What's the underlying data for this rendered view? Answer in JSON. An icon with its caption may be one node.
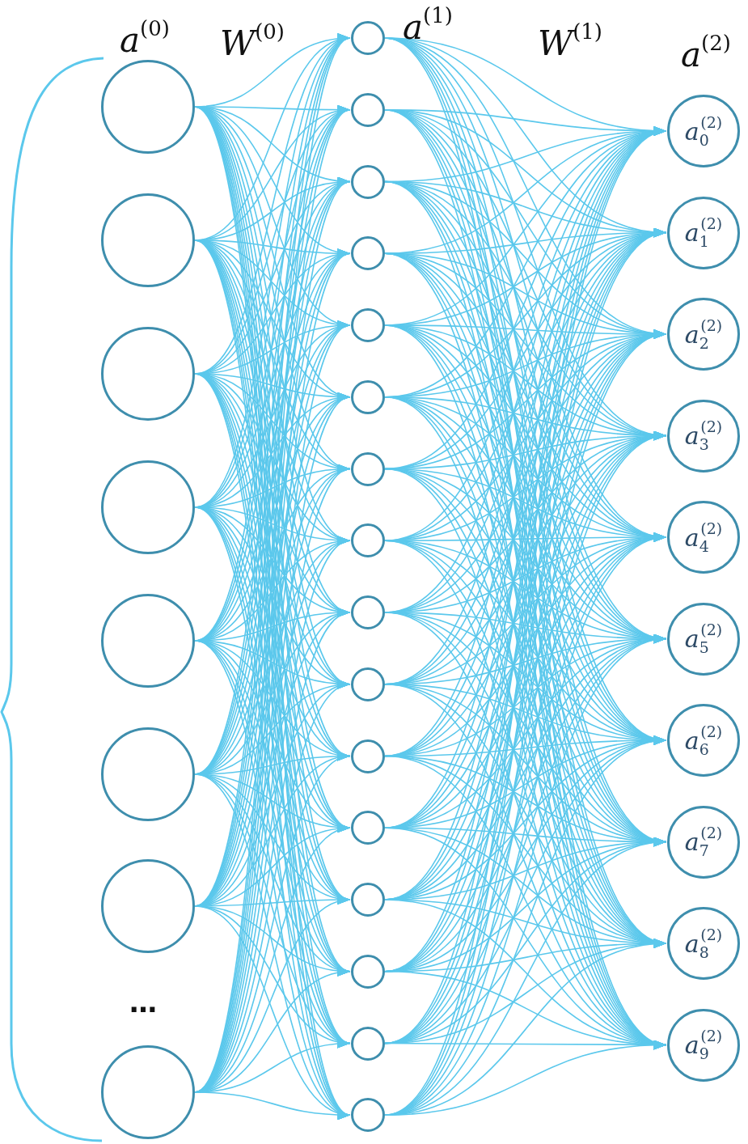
{
  "diagram": {
    "nodes": [
      {
        "text": [],
        "shape": "circle"
      },
      {
        "text": [],
        "shape": "circle"
      },
      {
        "text": [],
        "shape": "circle"
      },
      {
        "text": [],
        "shape": "circle"
      },
      {
        "text": [],
        "shape": "circle"
      },
      {
        "text": [],
        "shape": "circle"
      },
      {
        "text": [],
        "shape": "circle"
      },
      {
        "text": [],
        "shape": "circle"
      },
      {
        "text": [],
        "shape": "circle"
      },
      {
        "text": [],
        "shape": "circle"
      },
      {
        "text": [],
        "shape": "circle"
      },
      {
        "text": [],
        "shape": "circle"
      },
      {
        "text": [],
        "shape": "circle"
      },
      {
        "text": [],
        "shape": "circle"
      },
      {
        "text": [],
        "shape": "circle"
      },
      {
        "text": [],
        "shape": "circle"
      },
      {
        "text": [],
        "shape": "circle"
      },
      {
        "text": [],
        "shape": "circle"
      },
      {
        "text": [],
        "shape": "circle"
      },
      {
        "text": [],
        "shape": "circle"
      },
      {
        "text": [],
        "shape": "circle"
      },
      {
        "text": [],
        "shape": "circle"
      },
      {
        "text": [],
        "shape": "circle"
      },
      {
        "text": [],
        "shape": "circle"
      },
      {
        "text": [
          "*a*$_{0}$$^{(2)}$"
        ]
      },
      {
        "text": [
          "*a*$_{1}$$^{(2)}$"
        ]
      },
      {
        "text": [
          "*a*$_{2}$$^{(2)}$"
        ]
      },
      {
        "text": [
          "*a*$_{3}$$^{(2)}$"
        ]
      },
      {
        "text": [
          "*a*$_{4}$$^{(2)}$"
        ]
      },
      {
        "text": [
          "*a*$_{5}$$^{(2)}$"
        ]
      },
      {
        "text": [
          "*a*$_{6}$$^{(2)}$"
        ]
      },
      {
        "text": [
          "*a*$_{7}$$^{(2)}$"
        ]
      },
      {
        "text": [
          "*a*$_{8}$$^{(2)}$"
        ]
      },
      {
        "text": [
          "*a*$_{9}$$^{(2)}$"
        ]
      }
    ],
    "edges": [
      {
        "from": 0,
        "to": 8,
        "arrow": "to"
      },
      {
        "from": 0,
        "to": 9,
        "arrow": "to"
      },
      {
        "from": 0,
        "to": 10,
        "arrow": "to"
      },
      {
        "from": 0,
        "to": 11,
        "arrow": "to"
      },
      {
        "from": 0,
        "to": 12,
        "arrow": "to"
      },
      {
        "from": 0,
        "to": 13,
        "arrow": "to"
      },
      {
        "from": 0,
        "to": 14,
        "arrow": "to"
      },
      {
        "from": 0,
        "to": 15,
        "arrow": "to"
      },
      {
        "from": 0,
        "to": 16,
        "arrow": "to"
      },
      {
        "from": 0,
        "to": 17,
        "arrow": "to"
      },
      {
        "from": 0,
        "to": 18,
        "arrow": "to"
      },
      {
        "from": 0,
        "to": 19,
        "arrow": "to"
      },
      {
        "from": 0,
        "to": 20,
        "arrow": "to"
      },
      {
        "from": 0,
        "to": 21,
        "arrow": "to"
      },
      {
        "from": 0,
        "to": 22,
        "arrow": "to"
      },
      {
        "from": 0,
        "to": 23,
        "arrow": "to"
      },
      {
        "from": 1,
        "to": 8,
        "arrow": "to"
      },
      {
        "from": 1,
        "to": 9,
        "arrow": "to"
      },
      {
        "from": 1,
        "to": 10,
        "arrow": "to"
      },
      {
        "from": 1,
        "to": 11,
        "arrow": "to"
      },
      {
        "from": 1,
        "to": 12,
        "arrow": "to"
      },
      {
        "from": 1,
        "to": 13,
        "arrow": "to"
      },
      {
        "from": 1,
        "to": 14,
        "arrow": "to"
      },
      {
        "from": 1,
        "to": 15,
        "arrow": "to"
      },
      {
        "from": 1,
        "to": 16,
        "arrow": "to"
      },
      {
        "from": 1,
        "to": 17,
        "arrow": "to"
      },
      {
        "from": 1,
        "to": 18,
        "arrow": "to"
      },
      {
        "from": 1,
        "to": 19,
        "arrow": "to"
      },
      {
        "from": 1,
        "to": 20,
        "arrow": "to"
      },
      {
        "from": 1,
        "to": 21,
        "arrow": "to"
      },
      {
        "from": 1,
        "to": 22,
        "arrow": "to"
      },
      {
        "from": 1,
        "to": 23,
        "arrow": "to"
      },
      {
        "from": 2,
        "to": 8,
        "arrow": "to"
      },
      {
        "from": 2,
        "to": 9,
        "arrow": "to"
      },
      {
        "from": 2,
        "to": 10,
        "arrow": "to"
      },
      {
        "from": 2,
        "to": 11,
        "arrow": "to"
      },
      {
        "from": 2,
        "to": 12,
        "arrow": "to"
      },
      {
        "from": 2,
        "to": 13,
        "arrow": "to"
      },
      {
        "from": 2,
        "to": 14,
        "arrow": "to"
      },
      {
        "from": 2,
        "to": 15,
        "arrow": "to"
      },
      {
        "from": 2,
        "to": 16,
        "arrow": "to"
      },
      {
        "from": 2,
        "to": 17,
        "arrow": "to"
      },
      {
        "from": 2,
        "to": 18,
        "arrow": "to"
      },
      {
        "from": 2,
        "to": 19,
        "arrow": "to"
      },
      {
        "from": 2,
        "to": 20,
        "arrow": "to"
      },
      {
        "from": 2,
        "to": 21,
        "arrow": "to"
      },
      {
        "from": 2,
        "to": 22,
        "arrow": "to"
      },
      {
        "from": 2,
        "to": 23,
        "arrow": "to"
      },
      {
        "from": 3,
        "to": 8,
        "arrow": "to"
      },
      {
        "from": 3,
        "to": 9,
        "arrow": "to"
      },
      {
        "from": 3,
        "to": 10,
        "arrow": "to"
      },
      {
        "from": 3,
        "to": 11,
        "arrow": "to"
      },
      {
        "from": 3,
        "to": 12,
        "arrow": "to"
      },
      {
        "from": 3,
        "to": 13,
        "arrow": "to"
      },
      {
        "from": 3,
        "to": 14,
        "arrow": "to"
      },
      {
        "from": 3,
        "to": 15,
        "arrow": "to"
      },
      {
        "from": 3,
        "to": 16,
        "arrow": "to"
      },
      {
        "from": 3,
        "to": 17,
        "arrow": "to"
      },
      {
        "from": 3,
        "to": 18,
        "arrow": "to"
      },
      {
        "from": 3,
        "to": 19,
        "arrow": "to"
      },
      {
        "from": 3,
        "to": 20,
        "arrow": "to"
      },
      {
        "from": 3,
        "to": 21,
        "arrow": "to"
      },
      {
        "from": 3,
        "to": 22,
        "arrow": "to"
      },
      {
        "from": 3,
        "to": 23,
        "arrow": "to"
      },
      {
        "from": 4,
        "to": 8,
        "arrow": "to"
      },
      {
        "from": 4,
        "to": 9,
        "arrow": "to"
      },
      {
        "from": 4,
        "to": 10,
        "arrow": "to"
      },
      {
        "from": 4,
        "to": 11,
        "arrow": "to"
      },
      {
        "from": 4,
        "to": 12,
        "arrow": "to"
      },
      {
        "from": 4,
        "to": 13,
        "arrow": "to"
      },
      {
        "from": 4,
        "to": 14,
        "arrow": "to"
      },
      {
        "from": 4,
        "to": 15,
        "arrow": "to"
      },
      {
        "from": 4,
        "to": 16,
        "arrow": "to"
      },
      {
        "from": 4,
        "to": 17,
        "arrow": "to"
      },
      {
        "from": 4,
        "to": 18,
        "arrow": "to"
      },
      {
        "from": 4,
        "to": 19,
        "arrow": "to"
      },
      {
        "from": 4,
        "to": 20,
        "arrow": "to"
      },
      {
        "from": 4,
        "to": 21,
        "arrow": "to"
      },
      {
        "from": 4,
        "to": 22,
        "arrow": "to"
      },
      {
        "from": 4,
        "to": 23,
        "arrow": "to"
      },
      {
        "from": 5,
        "to": 8,
        "arrow": "to"
      },
      {
        "from": 5,
        "to": 9,
        "arrow": "to"
      },
      {
        "from": 5,
        "to": 10,
        "arrow": "to"
      },
      {
        "from": 5,
        "to": 11,
        "arrow": "to"
      },
      {
        "from": 5,
        "to": 12,
        "arrow": "to"
      },
      {
        "from": 5,
        "to": 13,
        "arrow": "to"
      },
      {
        "from": 5,
        "to": 14,
        "arrow": "to"
      },
      {
        "from": 5,
        "to": 15,
        "arrow": "to"
      },
      {
        "from": 5,
        "to": 16,
        "arrow": "to"
      },
      {
        "from": 5,
        "to": 17,
        "arrow": "to"
      },
      {
        "from": 5,
        "to": 18,
        "arrow": "to"
      },
      {
        "from": 5,
        "to": 19,
        "arrow": "to"
      },
      {
        "from": 5,
        "to": 20,
        "arrow": "to"
      },
      {
        "from": 5,
        "to": 21,
        "arrow": "to"
      },
      {
        "from": 5,
        "to": 22,
        "arrow": "to"
      },
      {
        "from": 5,
        "to": 23,
        "arrow": "to"
      },
      {
        "from": 6,
        "to": 8,
        "arrow": "to"
      },
      {
        "from": 6,
        "to": 9,
        "arrow": "to"
      },
      {
        "from": 6,
        "to": 10,
        "arrow": "to"
      },
      {
        "from": 6,
        "to": 11,
        "arrow": "to"
      },
      {
        "from": 6,
        "to": 12,
        "arrow": "to"
      },
      {
        "from": 6,
        "to": 13,
        "arrow": "to"
      },
      {
        "from": 6,
        "to": 14,
        "arrow": "to"
      },
      {
        "from": 6,
        "to": 15,
        "arrow": "to"
      },
      {
        "from": 6,
        "to": 16,
        "arrow": "to"
      },
      {
        "from": 6,
        "to": 17,
        "arrow": "to"
      },
      {
        "from": 6,
        "to": 18,
        "arrow": "to"
      },
      {
        "from": 6,
        "to": 19,
        "arrow": "to"
      },
      {
        "from": 6,
        "to": 20,
        "arrow": "to"
      },
      {
        "from": 6,
        "to": 21,
        "arrow": "to"
      },
      {
        "from": 6,
        "to": 22,
        "arrow": "to"
      },
      {
        "from": 6,
        "to": 23,
        "arrow": "to"
      },
      {
        "from": 7,
        "to": 8,
        "arrow": "to"
      },
      {
        "from": 7,
        "to": 9,
        "arrow": "to"
      },
      {
        "from": 7,
        "to": 10,
        "arrow": "to"
      },
      {
        "from": 7,
        "to": 11,
        "arrow": "to"
      },
      {
        "from": 7,
        "to": 12,
        "arrow": "to"
      },
      {
        "from": 7,
        "to": 13,
        "arrow": "to"
      },
      {
        "from": 7,
        "to": 14,
        "arrow": "to"
      },
      {
        "from": 7,
        "to": 15,
        "arrow": "to"
      },
      {
        "from": 7,
        "to": 16,
        "arrow": "to"
      },
      {
        "from": 7,
        "to": 17,
        "arrow": "to"
      },
      {
        "from": 7,
        "to": 18,
        "arrow": "to"
      },
      {
        "from": 7,
        "to": 19,
        "arrow": "to"
      },
      {
        "from": 7,
        "to": 20,
        "arrow": "to"
      },
      {
        "from": 7,
        "to": 21,
        "arrow": "to"
      },
      {
        "from": 7,
        "to": 22,
        "arrow": "to"
      },
      {
        "from": 7,
        "to": 23,
        "arrow": "to"
      },
      {
        "from": 8,
        "to": 24,
        "arrow": "to"
      },
      {
        "from": 8,
        "to": 25,
        "arrow": "to"
      },
      {
        "from": 8,
        "to": 26,
        "arrow": "to"
      },
      {
        "from": 8,
        "to": 27,
        "arrow": "to"
      },
      {
        "from": 8,
        "to": 28,
        "arrow": "to"
      },
      {
        "from": 8,
        "to": 29,
        "arrow": "to"
      },
      {
        "from": 8,
        "to": 30,
        "arrow": "to"
      },
      {
        "from": 8,
        "to": 31,
        "arrow": "to"
      },
      {
        "from": 8,
        "to": 32,
        "arrow": "to"
      },
      {
        "from": 8,
        "to": 33,
        "arrow": "to"
      },
      {
        "from": 9,
        "to": 24,
        "arrow": "to"
      },
      {
        "from": 9,
        "to": 25,
        "arrow": "to"
      },
      {
        "from": 9,
        "to": 26,
        "arrow": "to"
      },
      {
        "from": 9,
        "to": 27,
        "arrow": "to"
      },
      {
        "from": 9,
        "to": 28,
        "arrow": "to"
      },
      {
        "from": 9,
        "to": 29,
        "arrow": "to"
      },
      {
        "from": 9,
        "to": 30,
        "arrow": "to"
      },
      {
        "from": 9,
        "to": 31,
        "arrow": "to"
      },
      {
        "from": 9,
        "to": 32,
        "arrow": "to"
      },
      {
        "from": 9,
        "to": 33,
        "arrow": "to"
      },
      {
        "from": 10,
        "to": 24,
        "arrow": "to"
      },
      {
        "from": 10,
        "to": 25,
        "arrow": "to"
      },
      {
        "from": 10,
        "to": 26,
        "arrow": "to"
      },
      {
        "from": 10,
        "to": 27,
        "arrow": "to"
      },
      {
        "from": 10,
        "to": 28,
        "arrow": "to"
      },
      {
        "from": 10,
        "to": 29,
        "arrow": "to"
      },
      {
        "from": 10,
        "to": 30,
        "arrow": "to"
      },
      {
        "from": 10,
        "to": 31,
        "arrow": "to"
      },
      {
        "from": 10,
        "to": 32,
        "arrow": "to"
      },
      {
        "from": 10,
        "to": 33,
        "arrow": "to"
      },
      {
        "from": 11,
        "to": 24,
        "arrow": "to"
      },
      {
        "from": 11,
        "to": 25,
        "arrow": "to"
      },
      {
        "from": 11,
        "to": 26,
        "arrow": "to"
      },
      {
        "from": 11,
        "to": 27,
        "arrow": "to"
      },
      {
        "from": 11,
        "to": 28,
        "arrow": "to"
      },
      {
        "from": 11,
        "to": 29,
        "arrow": "to"
      },
      {
        "from": 11,
        "to": 30,
        "arrow": "to"
      },
      {
        "from": 11,
        "to": 31,
        "arrow": "to"
      },
      {
        "from": 11,
        "to": 32,
        "arrow": "to"
      },
      {
        "from": 11,
        "to": 33,
        "arrow": "to"
      },
      {
        "from": 12,
        "to": 24,
        "arrow": "to"
      },
      {
        "from": 12,
        "to": 25,
        "arrow": "to"
      },
      {
        "from": 12,
        "to": 26,
        "arrow": "to"
      },
      {
        "from": 12,
        "to": 27,
        "arrow": "to"
      },
      {
        "from": 12,
        "to": 28,
        "arrow": "to"
      },
      {
        "from": 12,
        "to": 29,
        "arrow": "to"
      },
      {
        "from": 12,
        "to": 30,
        "arrow": "to"
      },
      {
        "from": 12,
        "to": 31,
        "arrow": "to"
      },
      {
        "from": 12,
        "to": 32,
        "arrow": "to"
      },
      {
        "from": 12,
        "to": 33,
        "arrow": "to"
      },
      {
        "from": 13,
        "to": 24,
        "arrow": "to"
      },
      {
        "from": 13,
        "to": 25,
        "arrow": "to"
      },
      {
        "from": 13,
        "to": 26,
        "arrow": "to"
      },
      {
        "from": 13,
        "to": 27,
        "arrow": "to"
      },
      {
        "from": 13,
        "to": 28,
        "arrow": "to"
      },
      {
        "from": 13,
        "to": 29,
        "arrow": "to"
      },
      {
        "from": 13,
        "to": 30,
        "arrow": "to"
      },
      {
        "from": 13,
        "to": 31,
        "arrow": "to"
      },
      {
        "from": 13,
        "to": 32,
        "arrow": "to"
      },
      {
        "from": 13,
        "to": 33,
        "arrow": "to"
      },
      {
        "from": 14,
        "to": 24,
        "arrow": "to"
      },
      {
        "from": 14,
        "to": 25,
        "arrow": "to"
      },
      {
        "from": 14,
        "to": 26,
        "arrow": "to"
      },
      {
        "from": 14,
        "to": 27,
        "arrow": "to"
      },
      {
        "from": 14,
        "to": 28,
        "arrow": "to"
      },
      {
        "from": 14,
        "to": 29,
        "arrow": "to"
      },
      {
        "from": 14,
        "to": 30,
        "arrow": "to"
      },
      {
        "from": 14,
        "to": 31,
        "arrow": "to"
      },
      {
        "from": 14,
        "to": 32,
        "arrow": "to"
      },
      {
        "from": 14,
        "to": 33,
        "arrow": "to"
      },
      {
        "from": 15,
        "to": 24,
        "arrow": "to"
      },
      {
        "from": 15,
        "to": 25,
        "arrow": "to"
      },
      {
        "from": 15,
        "to": 26,
        "arrow": "to"
      },
      {
        "from": 15,
        "to": 27,
        "arrow": "to"
      },
      {
        "from": 15,
        "to": 28,
        "arrow": "to"
      },
      {
        "from": 15,
        "to": 29,
        "arrow": "to"
      },
      {
        "from": 15,
        "to": 30,
        "arrow": "to"
      },
      {
        "from": 15,
        "to": 31,
        "arrow": "to"
      },
      {
        "from": 15,
        "to": 32,
        "arrow": "to"
      },
      {
        "from": 15,
        "to": 33,
        "arrow": "to"
      },
      {
        "from": 16,
        "to": 24,
        "arrow": "to"
      },
      {
        "from": 16,
        "to": 25,
        "arrow": "to"
      },
      {
        "from": 16,
        "to": 26,
        "arrow": "to"
      },
      {
        "from": 16,
        "to": 27,
        "arrow": "to"
      },
      {
        "from": 16,
        "to": 28,
        "arrow": "to"
      },
      {
        "from": 16,
        "to": 29,
        "arrow": "to"
      },
      {
        "from": 16,
        "to": 30,
        "arrow": "to"
      },
      {
        "from": 16,
        "to": 31,
        "arrow": "to"
      },
      {
        "from": 16,
        "to": 32,
        "arrow": "to"
      },
      {
        "from": 16,
        "to": 33,
        "arrow": "to"
      },
      {
        "from": 17,
        "to": 24,
        "arrow": "to"
      },
      {
        "from": 17,
        "to": 25,
        "arrow": "to"
      },
      {
        "from": 17,
        "to": 26,
        "arrow": "to"
      },
      {
        "from": 17,
        "to": 27,
        "arrow": "to"
      },
      {
        "from": 17,
        "to": 28,
        "arrow": "to"
      },
      {
        "from": 17,
        "to": 29,
        "arrow": "to"
      },
      {
        "from": 17,
        "to": 30,
        "arrow": "to"
      },
      {
        "from": 17,
        "to": 31,
        "arrow": "to"
      },
      {
        "from": 17,
        "to": 32,
        "arrow": "to"
      },
      {
        "from": 17,
        "to": 33,
        "arrow": "to"
      },
      {
        "from": 18,
        "to": 24,
        "arrow": "to"
      },
      {
        "from": 18,
        "to": 25,
        "arrow": "to"
      },
      {
        "from": 18,
        "to": 26,
        "arrow": "to"
      },
      {
        "from": 18,
        "to": 27,
        "arrow": "to"
      },
      {
        "from": 18,
        "to": 28,
        "arrow": "to"
      },
      {
        "from": 18,
        "to": 29,
        "arrow": "to"
      },
      {
        "from": 18,
        "to": 30,
        "arrow": "to"
      },
      {
        "from": 18,
        "to": 31,
        "arrow": "to"
      },
      {
        "from": 18,
        "to": 32,
        "arrow": "to"
      },
      {
        "from": 18,
        "to": 33,
        "arrow": "to"
      },
      {
        "from": 19,
        "to": 24,
        "arrow": "to"
      },
      {
        "from": 19,
        "to": 25,
        "arrow": "to"
      },
      {
        "from": 19,
        "to": 26,
        "arrow": "to"
      },
      {
        "from": 19,
        "to": 27,
        "arrow": "to"
      },
      {
        "from": 19,
        "to": 28,
        "arrow": "to"
      },
      {
        "from": 19,
        "to": 29,
        "arrow": "to"
      },
      {
        "from": 19,
        "to": 30,
        "arrow": "to"
      },
      {
        "from": 19,
        "to": 31,
        "arrow": "to"
      },
      {
        "from": 19,
        "to": 32,
        "arrow": "to"
      },
      {
        "from": 19,
        "to": 33,
        "arrow": "to"
      },
      {
        "from": 20,
        "to": 24,
        "arrow": "to"
      },
      {
        "from": 20,
        "to": 25,
        "arrow": "to"
      },
      {
        "from": 20,
        "to": 26,
        "arrow": "to"
      },
      {
        "from": 20,
        "to": 27,
        "arrow": "to"
      },
      {
        "from": 20,
        "to": 28,
        "arrow": "to"
      },
      {
        "from": 20,
        "to": 29,
        "arrow": "to"
      },
      {
        "from": 20,
        "to": 30,
        "arrow": "to"
      },
      {
        "from": 20,
        "to": 31,
        "arrow": "to"
      },
      {
        "from": 20,
        "to": 32,
        "arrow": "to"
      },
      {
        "from": 20,
        "to": 33,
        "arrow": "to"
      },
      {
        "from": 21,
        "to": 24,
        "arrow": "to"
      },
      {
        "from": 21,
        "to": 25,
        "arrow": "to"
      },
      {
        "from": 21,
        "to": 26,
        "arrow": "to"
      },
      {
        "from": 21,
        "to": 27,
        "arrow": "to"
      },
      {
        "from": 21,
        "to": 28,
        "arrow": "to"
      },
      {
        "from": 21,
        "to": 29,
        "arrow": "to"
      },
      {
        "from": 21,
        "to": 30,
        "arrow": "to"
      },
      {
        "from": 21,
        "to": 31,
        "arrow": "to"
      },
      {
        "from": 21,
        "to": 32,
        "arrow": "to"
      },
      {
        "from": 21,
        "to": 33,
        "arrow": "to"
      },
      {
        "from": 22,
        "to": 24,
        "arrow": "to"
      },
      {
        "from": 22,
        "to": 25,
        "arrow": "to"
      },
      {
        "from": 22,
        "to": 26,
        "arrow": "to"
      },
      {
        "from": 22,
        "to": 27,
        "arrow": "to"
      },
      {
        "from": 22,
        "to": 28,
        "arrow": "to"
      },
      {
        "from": 22,
        "to": 29,
        "arrow": "to"
      },
      {
        "from": 22,
        "to": 30,
        "arrow": "to"
      },
      {
        "from": 22,
        "to": 31,
        "arrow": "to"
      },
      {
        "from": 22,
        "to": 32,
        "arrow": "to"
      },
      {
        "from": 22,
        "to": 33,
        "arrow": "to"
      },
      {
        "from": 23,
        "to": 24,
        "arrow": "to"
      },
      {
        "from": 23,
        "to": 25,
        "arrow": "to"
      },
      {
        "from": 23,
        "to": 26,
        "arrow": "to"
      },
      {
        "from": 23,
        "to": 27,
        "arrow": "to"
      },
      {
        "from": 23,
        "to": 28,
        "arrow": "to"
      },
      {
        "from": 23,
        "to": 29,
        "arrow": "to"
      },
      {
        "from": 23,
        "to": 30,
        "arrow": "to"
      },
      {
        "from": 23,
        "to": 31,
        "arrow": "to"
      },
      {
        "from": 23,
        "to": 32,
        "arrow": "to"
      },
      {
        "from": 23,
        "to": 33,
        "arrow": "to"
      }
    ],
    "labels": [
      "*a*$^{(0)}$",
      "*W*$^{(0)}$",
      "*a*$^{(1)}$",
      "*W*$^{(1)}$",
      "*a*$^{(2)}$",
      "…"
    ]
  }
}
